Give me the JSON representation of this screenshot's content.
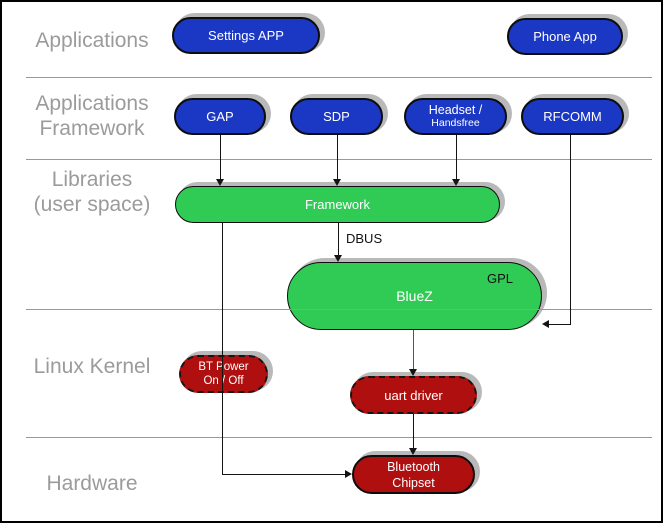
{
  "colors": {
    "blue": "#1b38c5",
    "green": "#2fcb55",
    "red": "#b00f0f",
    "shadow": "#b9b9b9",
    "label-gray": "#9b9b9b",
    "line": "#141414",
    "divider": "#999999"
  },
  "sections": {
    "applications": {
      "line1": "Applications"
    },
    "applications_framework": {
      "line1": "Applications",
      "line2": "Framework"
    },
    "libraries": {
      "line1": "Libraries",
      "line2": "(user space)"
    },
    "linux_kernel": {
      "line1": "Linux Kernel"
    },
    "hardware": {
      "line1": "Hardware"
    }
  },
  "nodes": {
    "settings_app": {
      "label": "Settings APP"
    },
    "phone_app": {
      "label": "Phone App"
    },
    "gap": {
      "label": "GAP"
    },
    "sdp": {
      "label": "SDP"
    },
    "headset": {
      "line1": "Headset /",
      "line2": "Handsfree"
    },
    "rfcomm": {
      "label": "RFCOMM"
    },
    "framework": {
      "label": "Framework"
    },
    "bluez": {
      "label": "BlueZ",
      "license": "GPL"
    },
    "bt_power": {
      "line1": "BT Power",
      "line2": "On / Off"
    },
    "uart_driver": {
      "label": "uart driver"
    },
    "bluetooth_chipset": {
      "line1": "Bluetooth",
      "line2": "Chipset"
    }
  },
  "edges": {
    "dbus_label": "DBUS"
  }
}
